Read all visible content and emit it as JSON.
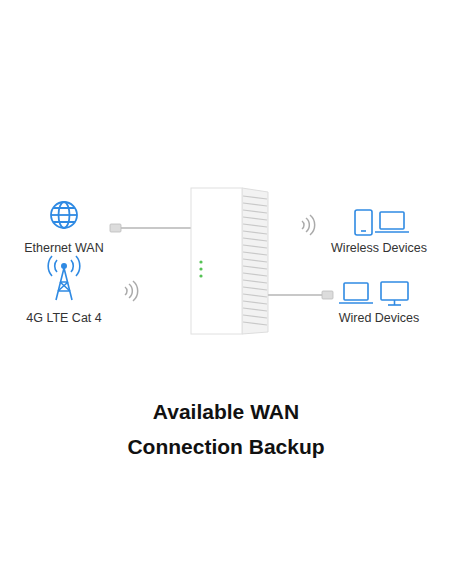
{
  "diagram": {
    "title": "Available WAN Connection Backup",
    "nodes": [
      {
        "text": [
          "Ethernet WAN"
        ]
      },
      {
        "text": [
          "4G LTE Cat 4"
        ]
      },
      {
        "text": [
          "Wireless Devices"
        ]
      },
      {
        "text": [
          "Wired Devices"
        ]
      }
    ]
  }
}
